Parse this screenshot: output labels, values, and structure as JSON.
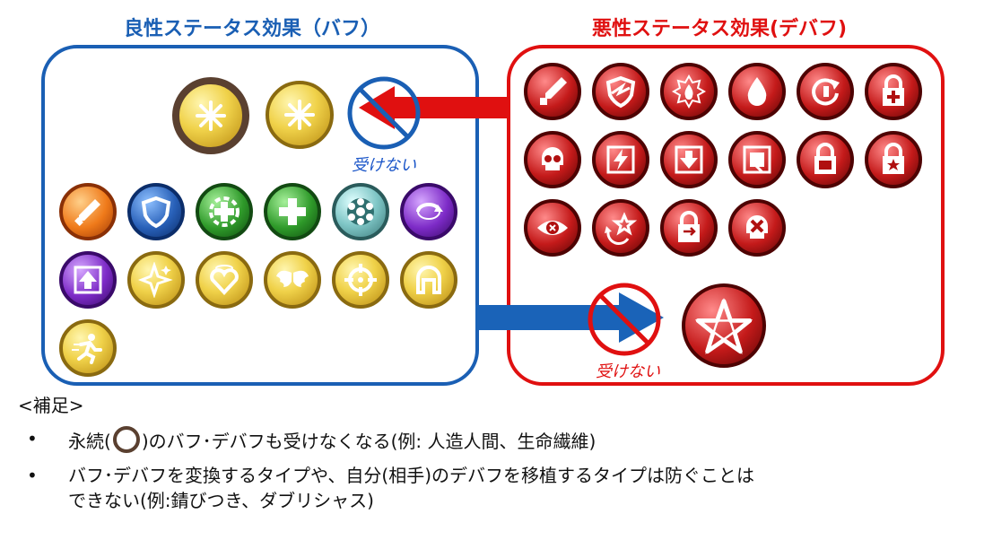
{
  "buff": {
    "title": "良性ステータス効果（バフ）",
    "no_label": "受けない",
    "color": "#1a5fb4"
  },
  "debuff": {
    "title": "悪性ステータス効果(デバフ)",
    "no_label": "受けない",
    "color": "#e01010"
  },
  "notes": {
    "heading": "<補足>",
    "bullet": "•",
    "item1_before": "永続(",
    "item1_after": ")のバフ･デバフも受けなくなる(例: 人造人間、生命繊維)",
    "item2_line1": "バフ･デバフを変換するタイプや、自分(相手)のデバフを移植するタイプは防ぐことは",
    "item2_line2": "できない(例:錆びつき、ダブリシャス)"
  },
  "icons": {
    "buff_top": [
      "persistent-immunity-icon",
      "immunity-icon",
      "no-debuff-icon"
    ],
    "buff_grid": [
      "attack-up-icon",
      "defense-up-icon",
      "regen-icon",
      "heal-icon",
      "barrier-icon",
      "reflect-icon",
      "charge-up-icon",
      "sparkle-icon",
      "charm-icon",
      "wings-icon",
      "accuracy-icon",
      "helmet-icon",
      "speed-up-icon"
    ],
    "debuff_grid": [
      "attack-down-icon",
      "defense-down-icon",
      "burn-icon",
      "bleed-icon",
      "cooldown-icon",
      "heal-block-icon",
      "poison-icon",
      "stun-icon",
      "charge-down-icon",
      "skill-block-icon",
      "lock-icon",
      "star-lock-icon",
      "blind-icon",
      "confuse-icon",
      "swap-lock-icon",
      "death-icon"
    ],
    "debuff_bottom": [
      "no-buff-icon",
      "curse-pentagram-icon"
    ]
  }
}
